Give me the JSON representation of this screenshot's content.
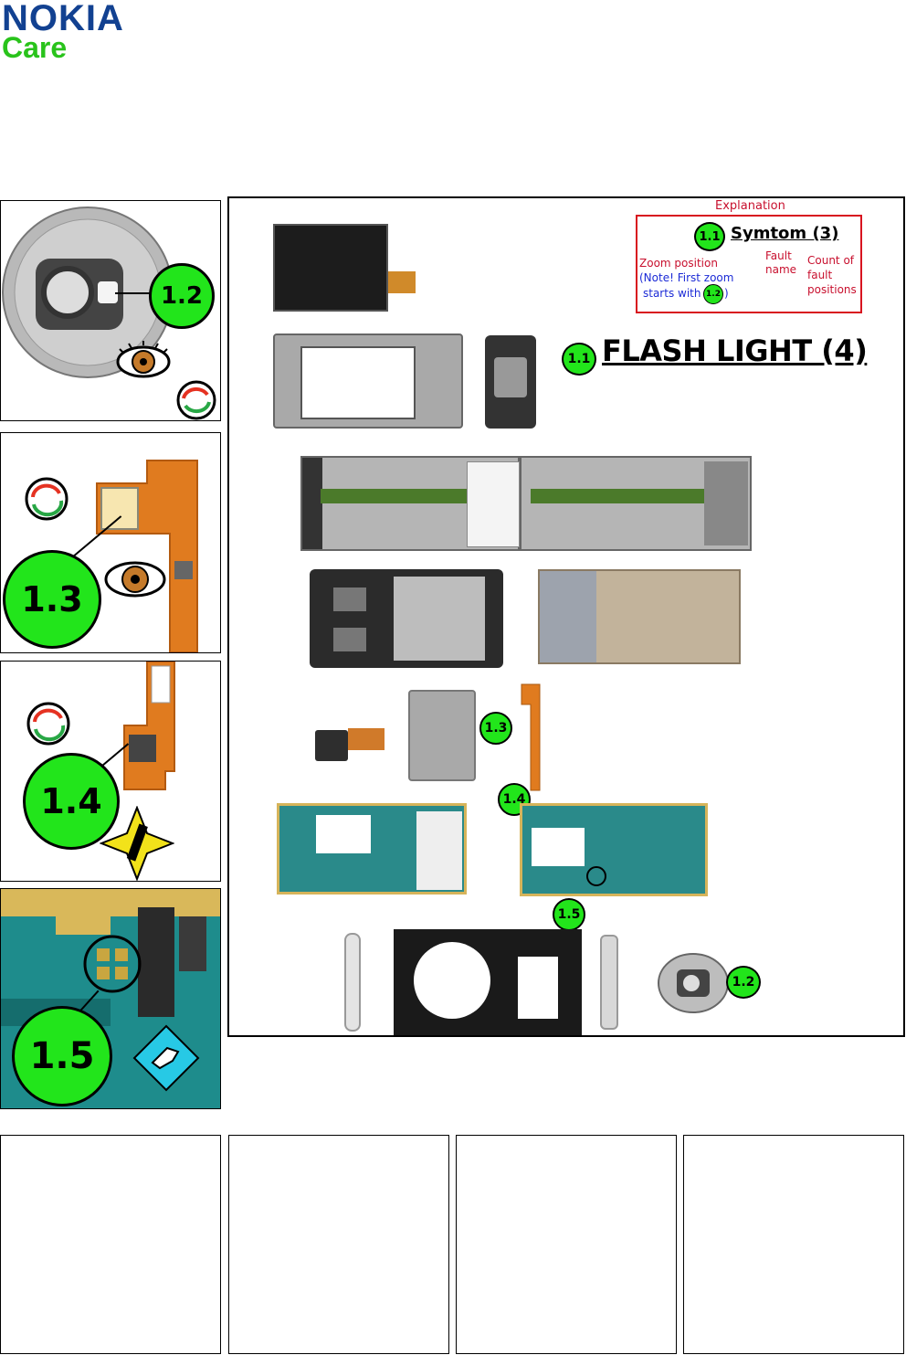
{
  "header": {
    "logo_top": "NOKIA",
    "logo_bottom": "Care"
  },
  "colors": {
    "nokia_blue": "#124191",
    "care_green": "#29c31b",
    "badge_green": "#22e51b",
    "explanation_red": "#c8102e",
    "explanation_blue": "#1c2bd6"
  },
  "zoom_panels": [
    {
      "label": "1.2",
      "icons": [
        "eye-icon",
        "rotate-icon"
      ]
    },
    {
      "label": "1.3",
      "icons": [
        "rotate-icon",
        "eye-icon"
      ]
    },
    {
      "label": "1.4",
      "icons": [
        "rotate-icon",
        "esd-warning-icon"
      ]
    },
    {
      "label": "1.5",
      "icons": [
        "repair-tool-icon"
      ]
    }
  ],
  "explanation": {
    "title": "Explanation",
    "badge": "1.1",
    "symptom": "Symtom (3)",
    "fault_name": "Fault\nname",
    "count": "Count of\nfault\npositions",
    "zoom_position": "Zoom position",
    "note": "(Note! First zoom",
    "starts_with": "starts with",
    "starts_badge": "1.2",
    "close_paren": ")"
  },
  "fault": {
    "badge": "1.1",
    "title": "FLASH LIGHT (4)"
  },
  "callouts": [
    {
      "label": "1.3"
    },
    {
      "label": "1.4"
    },
    {
      "label": "1.5"
    },
    {
      "label": "1.2"
    }
  ]
}
